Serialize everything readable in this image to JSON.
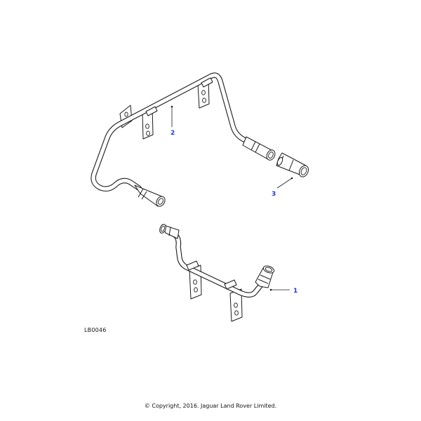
{
  "diagram": {
    "callouts": [
      {
        "id": "1",
        "label": "1"
      },
      {
        "id": "2",
        "label": "2"
      },
      {
        "id": "3",
        "label": "3"
      }
    ],
    "reference_code": "LB0046",
    "copyright": "© Copyright, 2016. Jaguar Land Rover Limited.",
    "callout_color": "#1f3bd6"
  }
}
